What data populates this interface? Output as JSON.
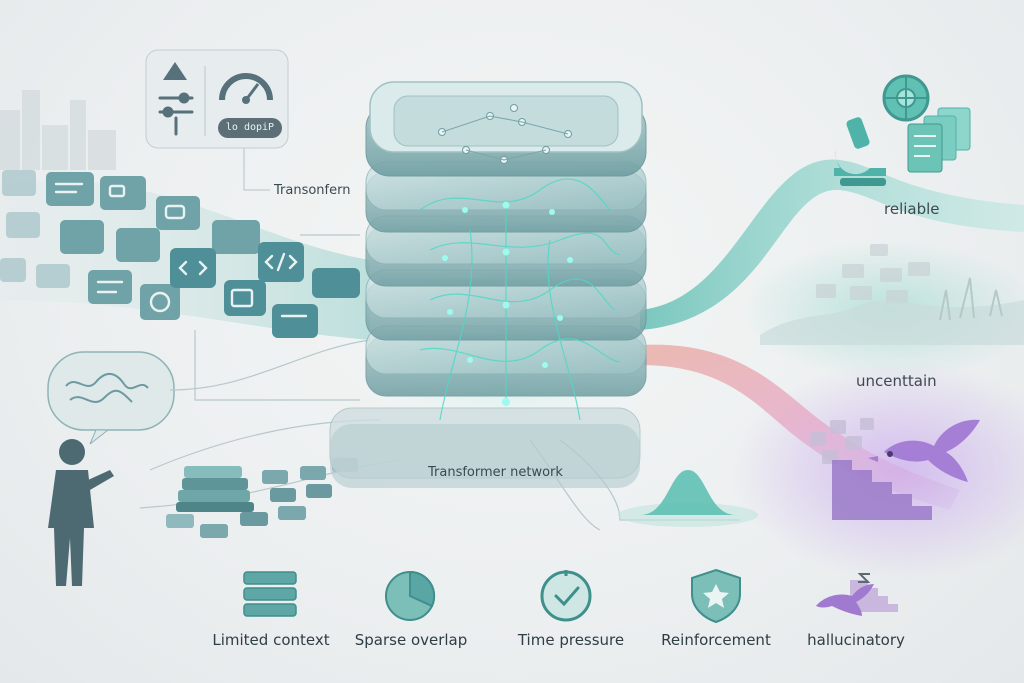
{
  "labels": {
    "transform_tag": "Transonfern",
    "network": "Transformer   network",
    "reliable": "reliable",
    "uncertain": "uncenttain",
    "dashboard_pill": "lo dopiP"
  },
  "bottom_items": [
    {
      "label": "Limited context",
      "icon": "database-stack-icon"
    },
    {
      "label": "Sparse overlap",
      "icon": "pie-chart-icon"
    },
    {
      "label": "Time pressure",
      "icon": "clock-check-icon"
    },
    {
      "label": "Reinforcement",
      "icon": "shield-star-icon"
    },
    {
      "label": "hallucinatory",
      "icon": "creature-stairs-icon"
    }
  ],
  "colors": {
    "teal": "#4fb3a9",
    "teal_dark": "#3f8f8c",
    "slate": "#4d6a73",
    "purple": "#a07ad0",
    "glow": "#5ee0d0"
  }
}
